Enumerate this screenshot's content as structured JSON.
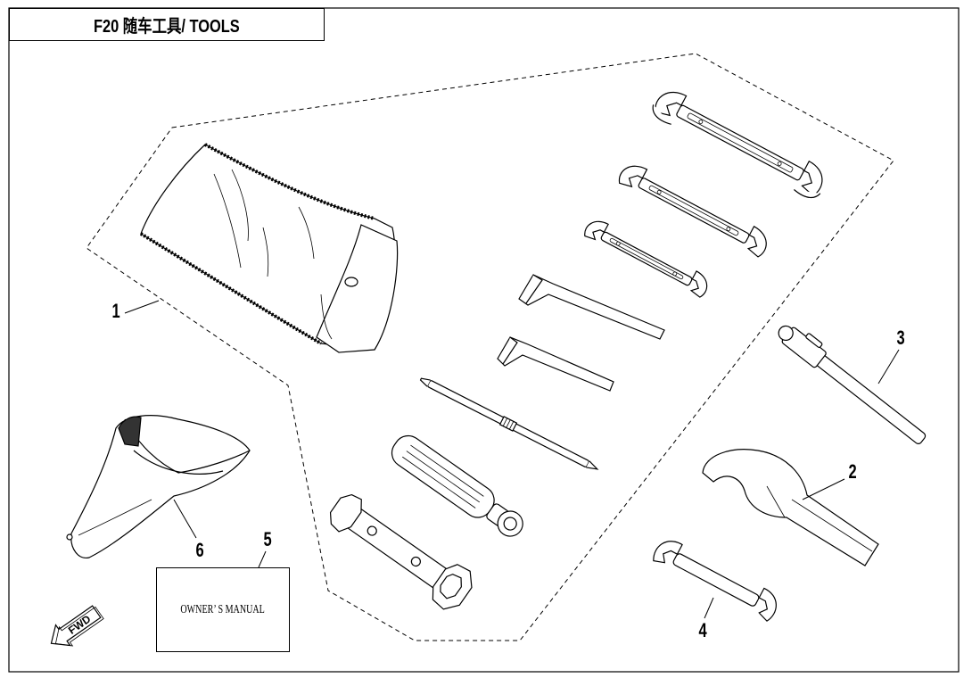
{
  "title": "F20 随车工具/ TOOLS",
  "manual_label": "OWNER’ S MANUAL",
  "fwd_label": "FWD",
  "callouts": [
    {
      "number": "1",
      "name": "tool-bag"
    },
    {
      "number": "2",
      "name": "hook-spanner"
    },
    {
      "number": "3",
      "name": "tommy-bar"
    },
    {
      "number": "4",
      "name": "open-end-wrench"
    },
    {
      "number": "5",
      "name": "owners-manual"
    },
    {
      "number": "6",
      "name": "plastic-cover"
    }
  ]
}
